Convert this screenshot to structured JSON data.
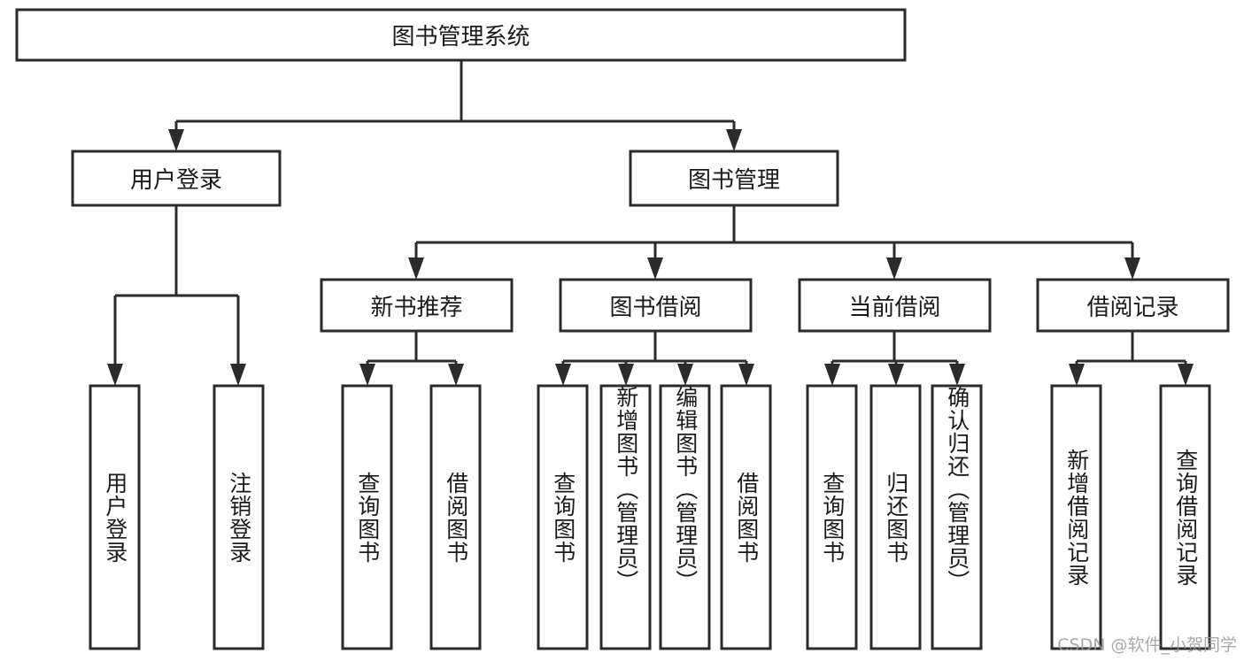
{
  "diagram": {
    "title": "图书管理系统",
    "type": "tree",
    "watermark": "CSDN @软件_小贺同学",
    "colors": {
      "stroke": "#2b2b2b",
      "fill": "#ffffff",
      "text": "#1a1a1a",
      "watermark": "#9a9a9a"
    },
    "root": {
      "label": "图书管理系统"
    },
    "level2": [
      {
        "label": "用户登录"
      },
      {
        "label": "图书管理"
      }
    ],
    "level3": [
      {
        "label": "新书推荐"
      },
      {
        "label": "图书借阅"
      },
      {
        "label": "当前借阅"
      },
      {
        "label": "借阅记录"
      }
    ],
    "leaves": {
      "user_login": [
        {
          "label": "用户登录"
        },
        {
          "label": "注销登录"
        }
      ],
      "new_book": [
        {
          "label": "查询图书"
        },
        {
          "label": "借阅图书"
        }
      ],
      "book_borrow": [
        {
          "label": "查询图书"
        },
        {
          "label": "新增图书（管理员）"
        },
        {
          "label": "编辑图书（管理员）"
        },
        {
          "label": "借阅图书"
        }
      ],
      "current_borrow": [
        {
          "label": "查询图书"
        },
        {
          "label": "归还图书"
        },
        {
          "label": "确认归还（管理员）"
        }
      ],
      "borrow_record": [
        {
          "label": "新增借阅记录"
        },
        {
          "label": "查询借阅记录"
        }
      ]
    }
  }
}
